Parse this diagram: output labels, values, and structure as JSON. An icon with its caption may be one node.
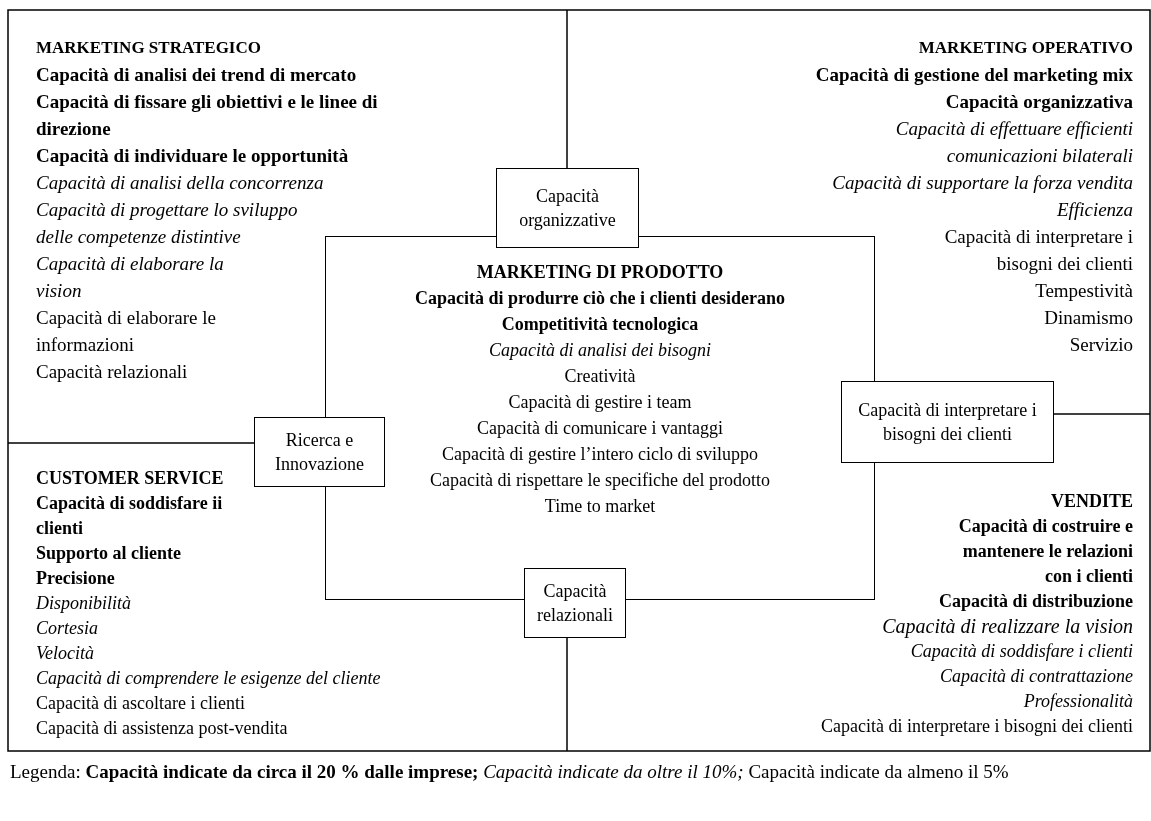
{
  "diagram": {
    "nodes": [
      {
        "text": [
          "MARKETING STRATEGICO",
          "Capacità di analisi dei trend di mercato",
          "Capacità di fissare gli obiettivi e le linee di direzione",
          "Capacità di individuare le opportunità",
          "Capacità di analisi della concorrenza",
          "Capacità di progettare lo sviluppo delle competenze distintive",
          "Capacità di elaborare la vision",
          "Capacità di elaborare le informazioni",
          "Capacità relazionali"
        ]
      },
      {
        "text": [
          "MARKETING OPERATIVO",
          "Capacità di gestione del marketing mix",
          "Capacità organizzativa",
          "Capacità di effettuare efficienti comunicazioni bilaterali",
          "Capacità di supportare la forza vendita",
          "Efficienza",
          "Capacità di interpretare i bisogni dei clienti",
          "Tempestività",
          "Dinamismo",
          "Servizio"
        ]
      },
      {
        "text": [
          "CUSTOMER SERVICE",
          "Capacità di soddisfare ii clienti",
          "Supporto al cliente",
          "Precisione",
          "Disponibilità",
          "Cortesia",
          "Velocità",
          "Capacità di comprendere le esigenze del cliente",
          "Capacità di ascoltare i clienti",
          "Capacità di assistenza post-vendita"
        ]
      },
      {
        "text": [
          "VENDITE",
          "Capacità di costruire e mantenere le relazioni con i clienti",
          "Capacità di distribuzione",
          "Capacità di realizzare la vision",
          "Capacità di soddisfare i clienti",
          "Capacità di contrattazione",
          "Professionalità",
          "Capacità di interpretare i bisogni dei clienti"
        ]
      },
      {
        "text": [
          "MARKETING DI PRODOTTO",
          "Capacità di produrre ciò che i clienti desiderano",
          "Competitività tecnologica",
          "Capacità di analisi dei bisogni",
          "Creatività",
          "Capacità di gestire i team",
          "Capacità di comunicare i vantaggi",
          "Capacità di gestire l’intero ciclo di sviluppo",
          "Capacità di rispettare le specifiche del prodotto",
          "Time to market"
        ]
      },
      {
        "text": [
          "Capacità organizzative"
        ]
      },
      {
        "text": [
          "Ricerca e Innovazione"
        ]
      },
      {
        "text": [
          "Capacità di interpretare i bisogni dei clienti"
        ]
      },
      {
        "text": [
          "Capacità relazionali"
        ]
      }
    ],
    "labels": [
      "Legenda: **Capacità indicate da circa il 20 % dalle imprese;** *Capacità indicate da oltre il 10%;* Capacità indicate da almeno il 5%"
    ]
  }
}
